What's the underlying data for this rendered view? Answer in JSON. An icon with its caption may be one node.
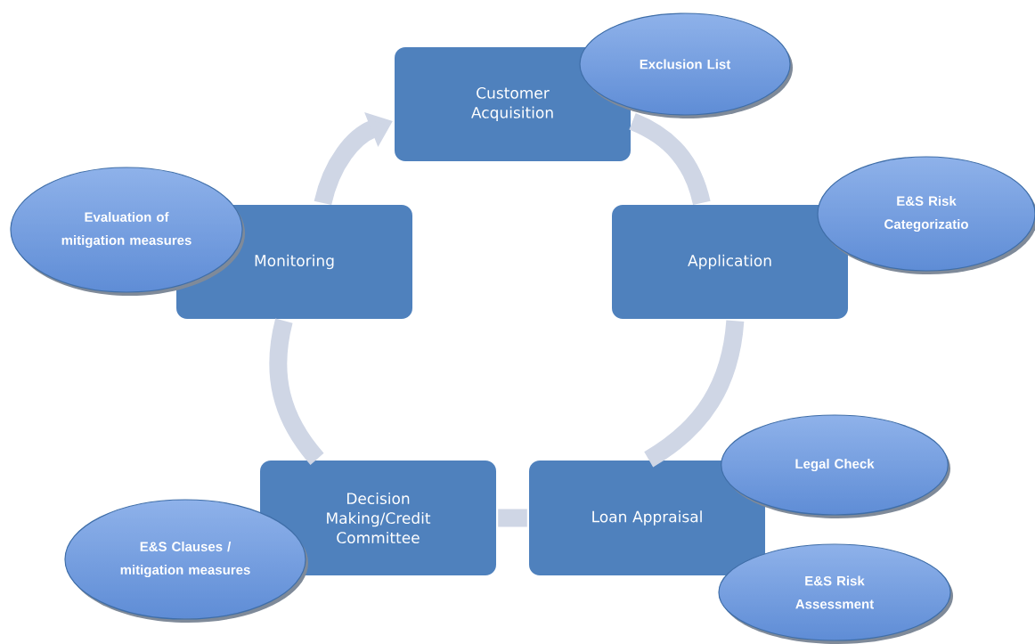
{
  "diagram": {
    "nodes": [
      {
        "text": [
          "Customer Acquisition"
        ]
      },
      {
        "text": [
          "Exclusion List"
        ]
      },
      {
        "text": [
          "Application"
        ]
      },
      {
        "text": [
          "E&S Risk Categorizatio"
        ]
      },
      {
        "text": [
          "Loan Appraisal"
        ]
      },
      {
        "text": [
          "Legal Check"
        ]
      },
      {
        "text": [
          "E&S Risk Assessment"
        ]
      },
      {
        "text": [
          "Decision Making/Credit Committee"
        ]
      },
      {
        "text": [
          "E&S Clauses / mitigation measures"
        ]
      },
      {
        "text": [
          "Monitoring"
        ]
      },
      {
        "text": [
          "Evaluation of mitigation measures"
        ]
      }
    ],
    "edges": [
      {
        "from": 0,
        "to": 2,
        "arrow": "none"
      },
      {
        "from": 2,
        "to": 4,
        "arrow": "none"
      },
      {
        "from": 4,
        "to": 7,
        "arrow": "none"
      },
      {
        "from": 7,
        "to": 9,
        "arrow": "none"
      },
      {
        "from": 9,
        "to": 0,
        "arrow": "to"
      }
    ]
  }
}
